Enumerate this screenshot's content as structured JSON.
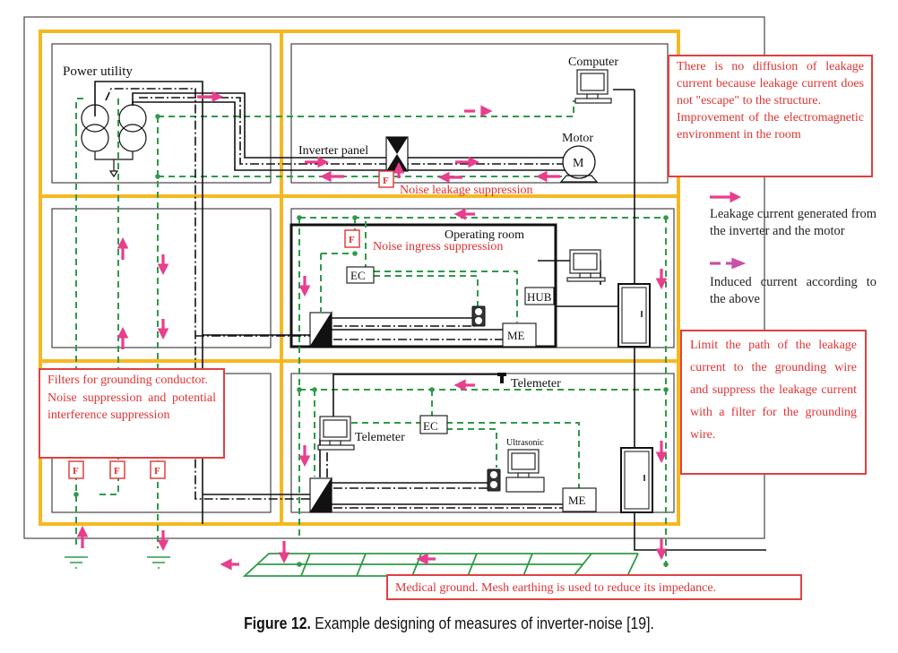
{
  "figure": {
    "caption_label": "Figure 12.",
    "caption_text": " Example designing of measures of inverter-noise [19]."
  },
  "labels": {
    "power_utility": "Power utility",
    "computer": "Computer",
    "inverter_panel": "Inverter panel",
    "motor": "Motor",
    "motor_symbol": "M",
    "filter": "F",
    "noise_leakage_suppression": "Noise leakage suppression",
    "operating_room": "Operating room",
    "noise_ingress_suppression": "Noise ingress suppression",
    "ec": "EC",
    "hub": "HUB",
    "me": "ME",
    "telemeter_top": "Telemeter",
    "telemeter_device": "Telemeter",
    "ultrasonic": "Ultrasonic"
  },
  "notes": {
    "no_diffusion": "There is no diffusion of leakage current because leakage current does not \"escape\" to the structure.",
    "improvement": "Improvement of the electromagnetic environment in the room",
    "filters_grounding": "Filters for grounding conductor.",
    "noise_suppression": "Noise suppression and potential interference suppression",
    "limit_path": "Limit the path of the leakage current to the grounding wire and suppress the leakage current with a filter for the grounding wire.",
    "medical_ground": "Medical ground. Mesh earthing is used to reduce its impedance."
  },
  "legend": {
    "leakage": "Leakage current generated from the inverter and the motor",
    "induced": "Induced current according to the above"
  },
  "colors": {
    "floor_frame": "#f5b820",
    "ground_wire": "#2e9a48",
    "arrow": "#e83e8c",
    "induced_arrow": "#c850a8",
    "note_border": "#e04040",
    "note_text": "#e03333"
  }
}
